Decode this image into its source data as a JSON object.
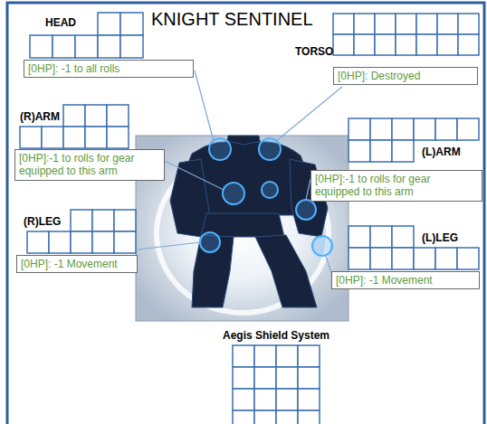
{
  "diagram": {
    "title": "KNIGHT SENTINEL",
    "nodes": [
      {
        "text": [
          "[0HP]: -1 to all rolls"
        ]
      },
      {
        "text": [
          "[0HP]: Destroyed"
        ]
      },
      {
        "text": [
          "[0HP]:-1 to rolls for gear equipped to this arm"
        ]
      },
      {
        "text": [
          "[0HP]:-1 to rolls for gear equipped to this arm"
        ]
      },
      {
        "text": [
          "[0HP]: -1 Movement"
        ]
      },
      {
        "text": [
          "[0HP]: -1 Movement"
        ]
      }
    ],
    "labels": [
      "HEAD",
      "TORSO",
      "(R)ARM",
      "(L)ARM",
      "(R)LEG",
      "(L)LEG",
      "Aegis Shield System"
    ]
  }
}
